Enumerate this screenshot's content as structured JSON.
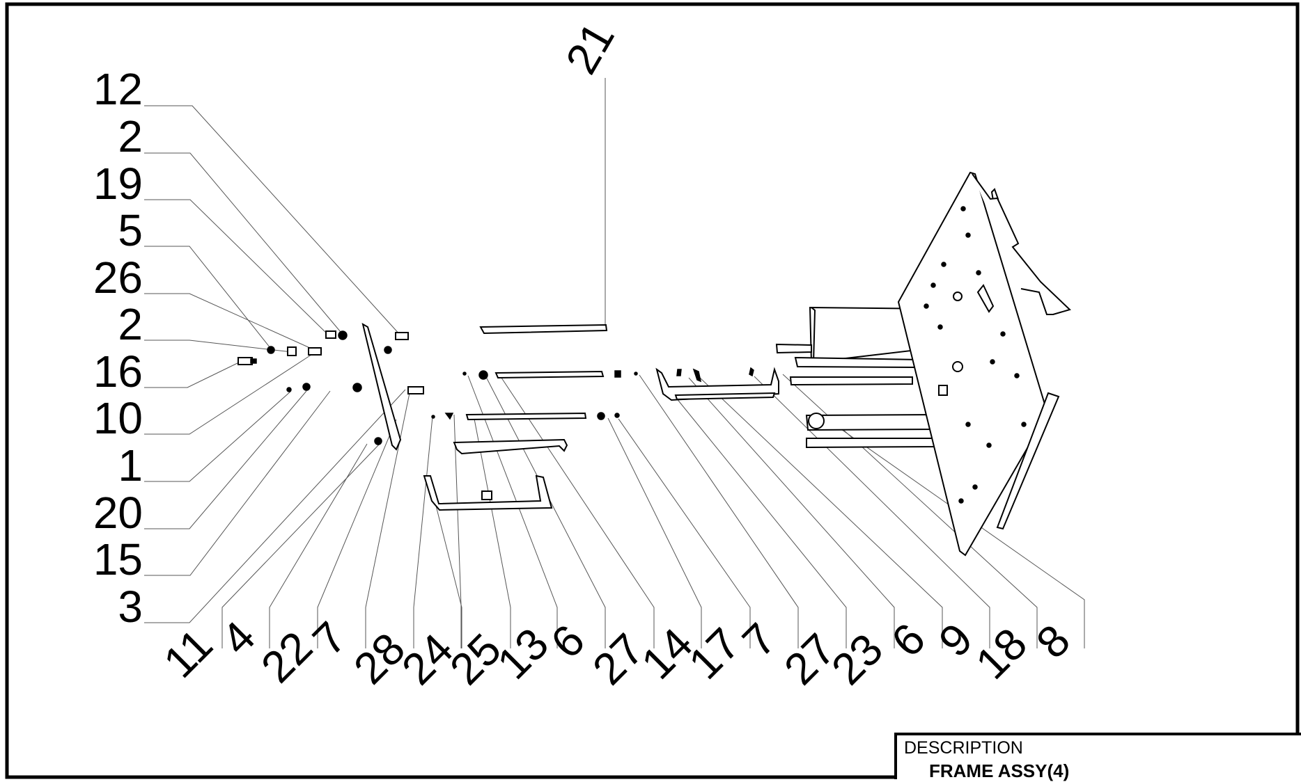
{
  "left_labels": [
    "12",
    "2",
    "19",
    "5",
    "26",
    "2",
    "16",
    "10",
    "1",
    "20",
    "15",
    "3"
  ],
  "top_label": "21",
  "bottom_labels": [
    "11",
    "4",
    "22",
    "7",
    "28",
    "24",
    "25",
    "13",
    "6",
    "27",
    "14",
    "17",
    "7",
    "27",
    "23",
    "6",
    "9",
    "18",
    "8"
  ],
  "title_block": {
    "label": "DESCRIPTION",
    "value": "FRAME ASSY(4)"
  }
}
